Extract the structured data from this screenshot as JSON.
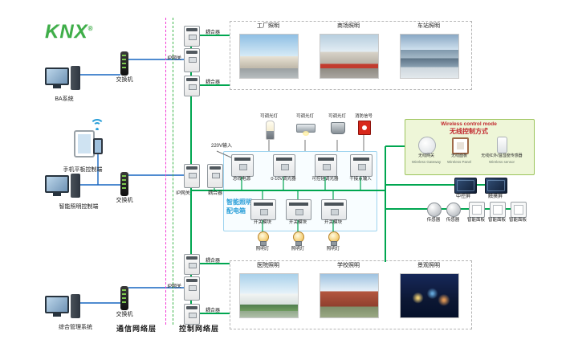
{
  "logo": {
    "text": "KNX",
    "reg": "®"
  },
  "terminals": [
    {
      "label": "BA系统"
    },
    {
      "label": "手机平板控制端"
    },
    {
      "label": "智能照明控制端"
    },
    {
      "label": "综合管理系统"
    }
  ],
  "network": {
    "switch_labels": [
      "交换机",
      "交换机",
      "交换机"
    ],
    "gateway_labels": [
      "IP网关",
      "IP网关",
      "IP网关"
    ],
    "coupler_labels": [
      "耦合器",
      "耦合器",
      "耦合器",
      "耦合器",
      "耦合器"
    ],
    "layer_comm": "通信网络层",
    "layer_ctrl": "控制网络层"
  },
  "top_gallery": [
    {
      "label": "工厂照明"
    },
    {
      "label": "商场照明"
    },
    {
      "label": "车站照明"
    }
  ],
  "bottom_gallery": [
    {
      "label": "医院照明"
    },
    {
      "label": "学校照明"
    },
    {
      "label": "景观照明"
    }
  ],
  "distribution_box": {
    "title_line1": "智能照明",
    "title_line2": "配电箱",
    "input_label": "220V输入",
    "row1_modules": [
      "总线电源",
      "0-10V调光器",
      "可控硅调光器",
      "干接点输入"
    ],
    "row2_modules": [
      "开关模块",
      "开关模块",
      "开关模块"
    ],
    "top_loads": [
      "可调光灯",
      "可调光灯",
      "可调光灯",
      "消防信号"
    ],
    "bottom_loads": [
      "照明灯",
      "照明灯",
      "照明灯"
    ]
  },
  "wireless_box": {
    "title_en": "Wireless control mode",
    "title_cn": "无线控制方式",
    "items": [
      {
        "cn": "无线网关",
        "en": "Wireless Gateway"
      },
      {
        "cn": "无线面板",
        "en": "Wireless Panel"
      },
      {
        "cn": "无线红外/温湿度传感器",
        "en": "Wireless sensor"
      }
    ]
  },
  "right_devices": {
    "screens": [
      "中控屏",
      "触摸屏"
    ],
    "sensors": [
      "传感器",
      "传感器"
    ],
    "panels": [
      "智能面板",
      "智能面板",
      "智能面板"
    ]
  },
  "colors": {
    "bus_green": "#00a650",
    "comm_blue": "#1565c0",
    "dashed_magenta": "#f23bd4",
    "dashed_green": "#3cb54a",
    "box_blue": "#2a9fd8",
    "wireless_bg": "#eef6d8",
    "alert_red": "#d8281b"
  }
}
